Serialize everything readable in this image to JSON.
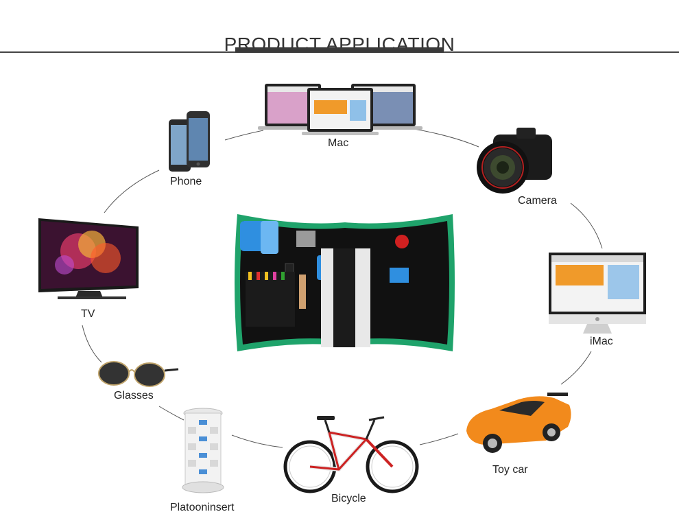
{
  "header": {
    "title": "PRODUCT APPLICATION"
  },
  "labels": {
    "mac": "Mac",
    "phone": "Phone",
    "camera": "Camera",
    "tv": "TV",
    "imac": "iMac",
    "glasses": "Glasses",
    "toy_car": "Toy car",
    "platooninsert": "Platooninsert",
    "bicycle": "Bicycle"
  },
  "colors": {
    "kit_trim": "#1fa36b",
    "kit_body": "#111111",
    "accent_blue": "#2f8fe0",
    "car_orange": "#f28a1c"
  }
}
